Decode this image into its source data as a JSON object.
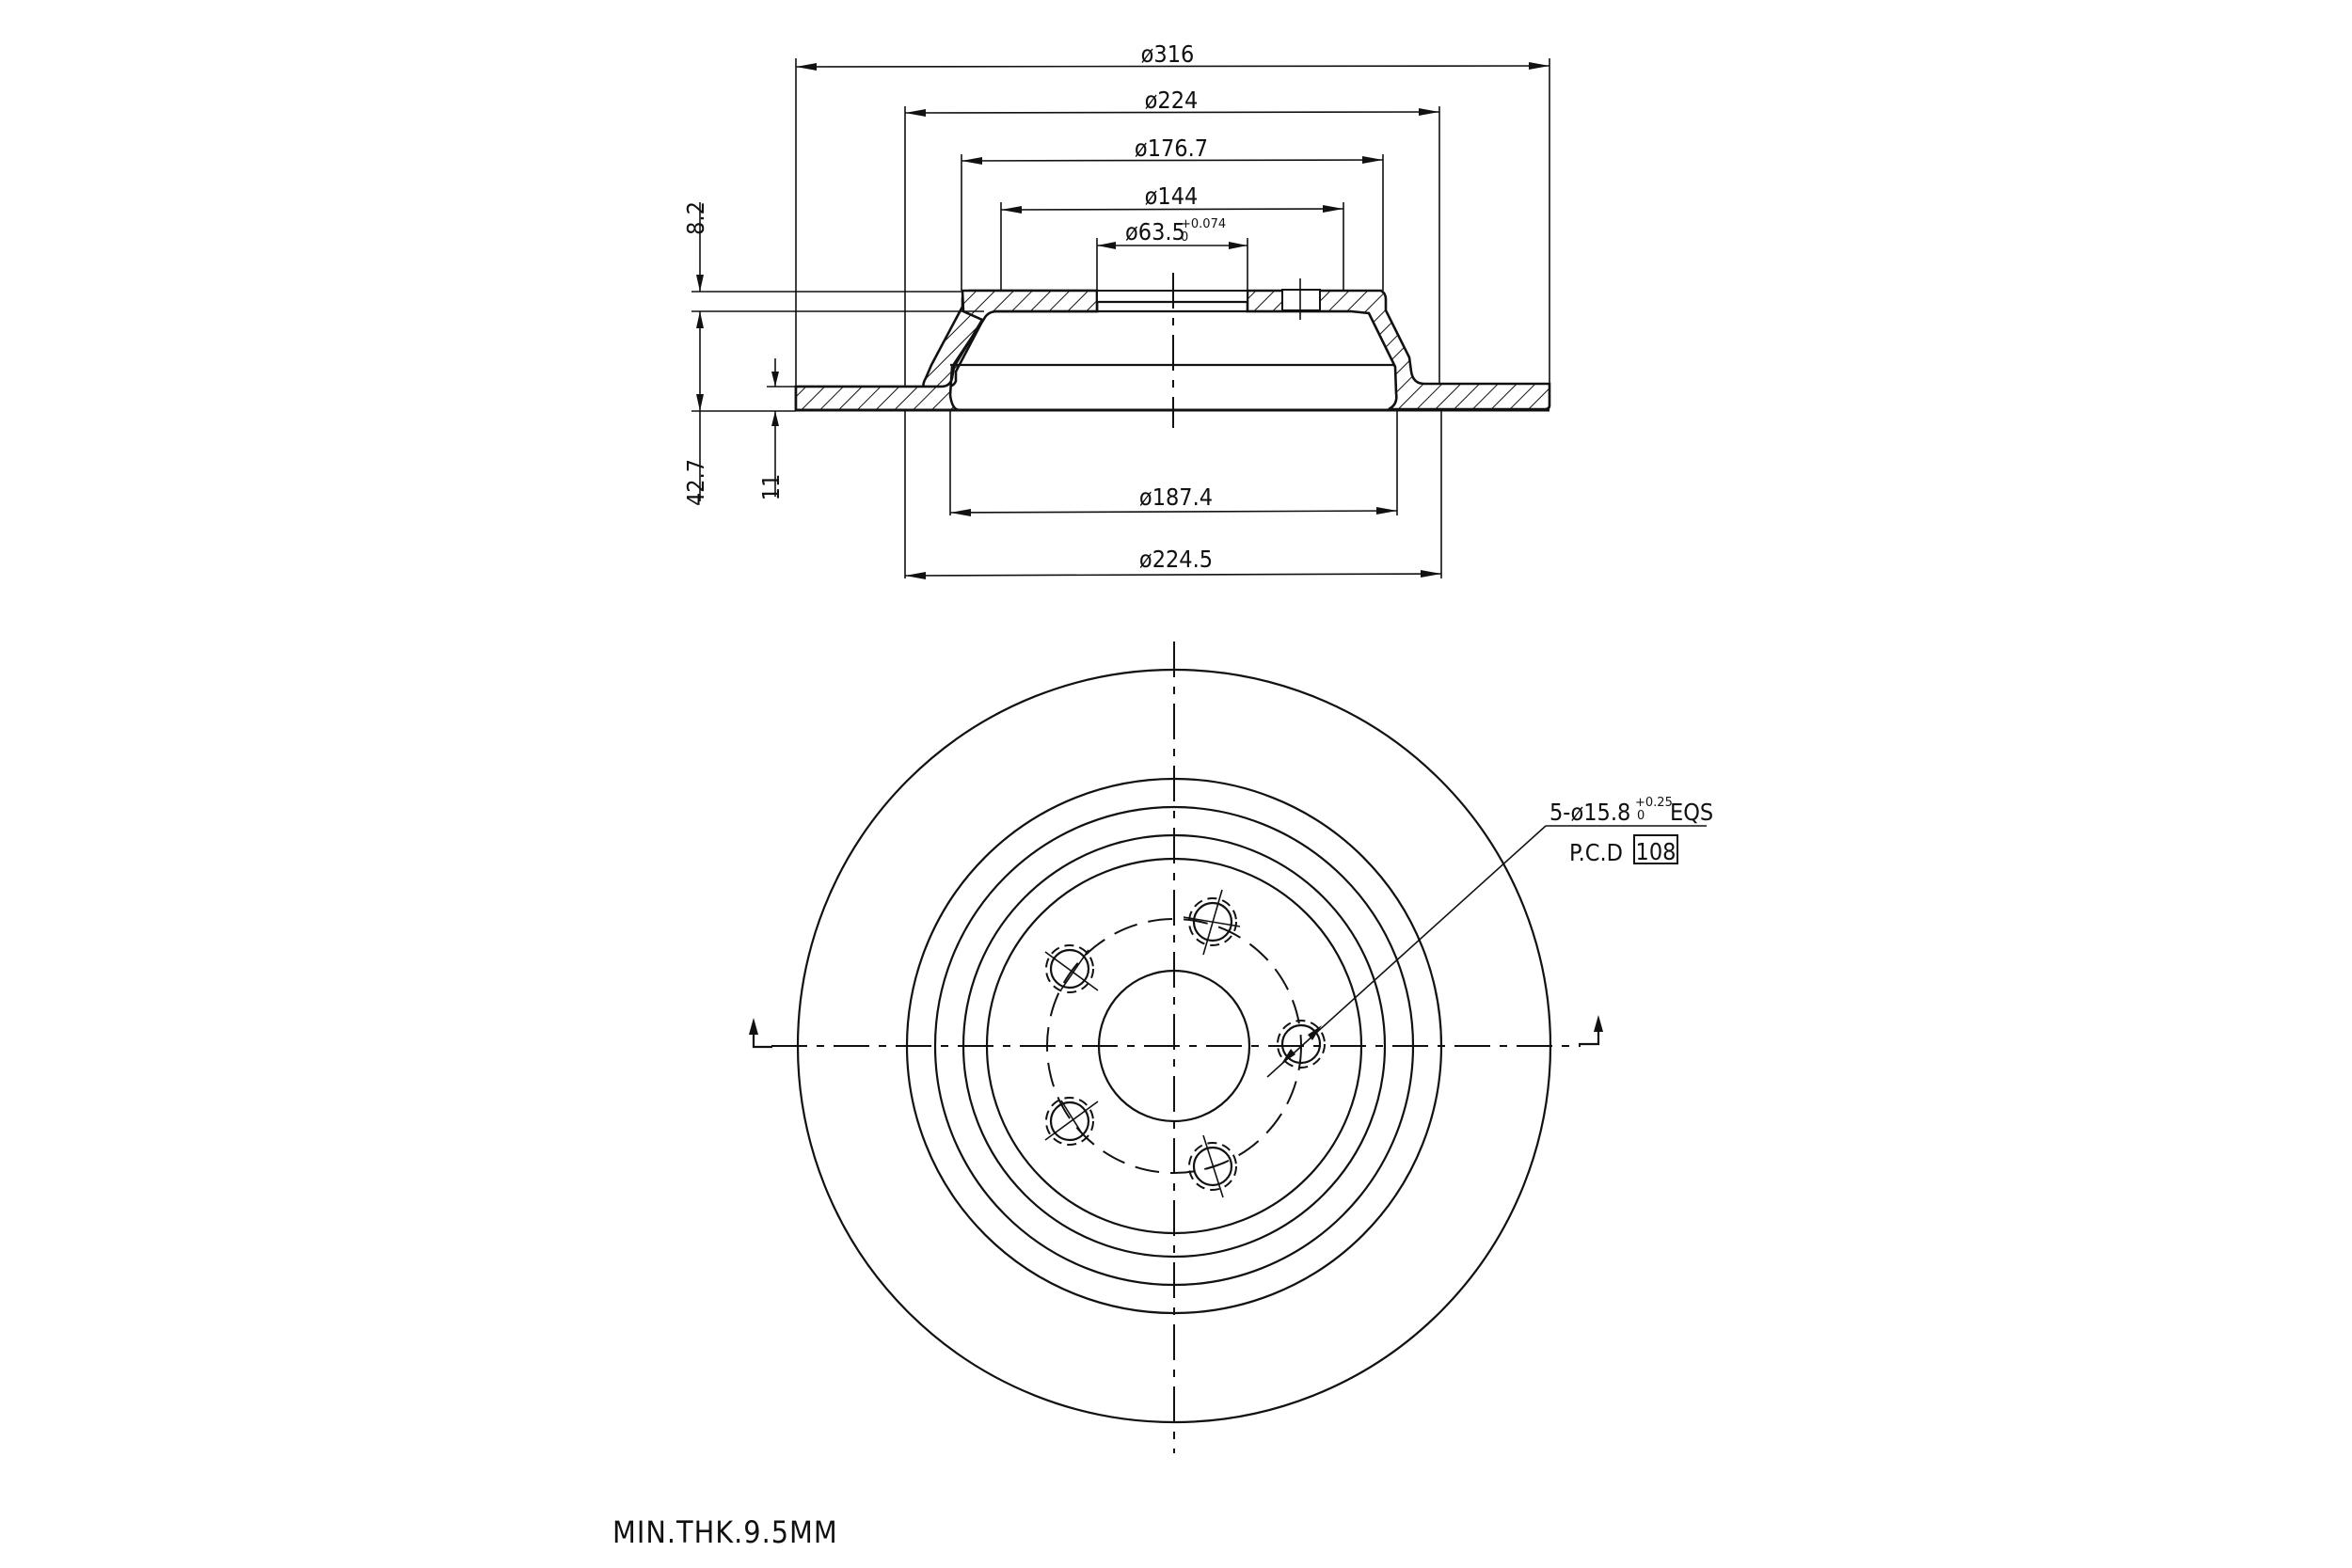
{
  "drawing": {
    "title": "Brake disc technical drawing",
    "line_color": "#111111",
    "background": "#ffffff"
  },
  "section_view": {
    "diameters": {
      "d316": {
        "symbol": "ø",
        "value": "316"
      },
      "d224": {
        "symbol": "ø",
        "value": "224"
      },
      "d176_7": {
        "symbol": "ø",
        "value": "176.7"
      },
      "d144": {
        "symbol": "ø",
        "value": "144"
      },
      "d63_5": {
        "symbol": "ø",
        "value": "63.5",
        "tol_upper": "+0.074",
        "tol_lower": "0"
      },
      "d187_4": {
        "symbol": "ø",
        "value": "187.4"
      },
      "d224_5": {
        "symbol": "ø",
        "value": "224.5"
      }
    },
    "heights": {
      "h8_2": "8.2",
      "h42_7": "42.7",
      "h11": "11"
    }
  },
  "front_view": {
    "bolt_holes": {
      "count_prefix": "5-",
      "symbol": "ø",
      "value": "15.8",
      "tol_upper": "+0.25",
      "tol_lower": "0",
      "suffix": "EQS",
      "pcd_label": "P.C.D",
      "pcd_value": "108"
    }
  },
  "notes": {
    "min_thickness": "MIN.THK.9.5MM"
  }
}
